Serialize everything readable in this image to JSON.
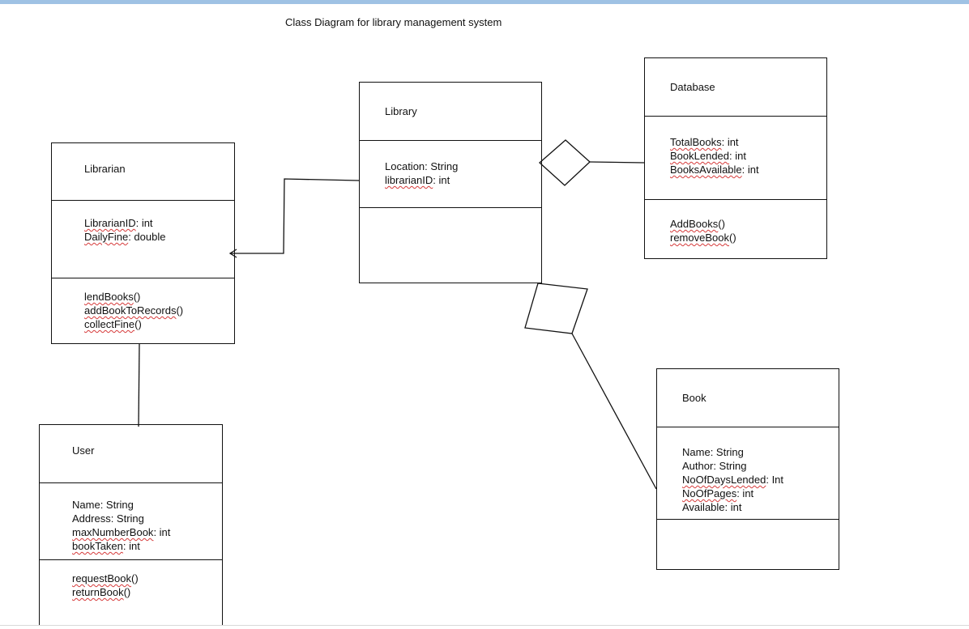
{
  "title": "Class Diagram for library management system",
  "colors": {
    "top_bar": "#9fc2e4",
    "line": "#111111",
    "spell_underline": "#d63a3a"
  },
  "classes": {
    "library": {
      "name": "Library",
      "attributes": [
        {
          "name": "Location",
          "type": ": String"
        },
        {
          "name": "librarianID",
          "type": ": int"
        }
      ],
      "methods": []
    },
    "database": {
      "name": "Database",
      "attributes": [
        {
          "name": "TotalBooks",
          "type": ": int"
        },
        {
          "name": "BookLended",
          "type": ": int"
        },
        {
          "name": "BooksAvailable",
          "type": ": int"
        }
      ],
      "methods": [
        {
          "name": "AddBooks",
          "suffix": "()"
        },
        {
          "name": "removeBook",
          "suffix": "()"
        }
      ]
    },
    "librarian": {
      "name": "Librarian",
      "attributes": [
        {
          "name": "LibrarianID",
          "type": ": int"
        },
        {
          "name": "DailyFine",
          "type": ": double"
        }
      ],
      "methods": [
        {
          "name": "lendBooks",
          "suffix": "()"
        },
        {
          "name": "addBookToRecords",
          "suffix": "()"
        },
        {
          "name": "collectFine",
          "suffix": "()"
        }
      ]
    },
    "user": {
      "name": "User",
      "attributes": [
        {
          "name": "Name",
          "type": ": String"
        },
        {
          "name": "Address",
          "type": ": String"
        },
        {
          "name": "maxNumberBook",
          "type": ": int"
        },
        {
          "name": "bookTaken",
          "type": ": int"
        }
      ],
      "methods": [
        {
          "name": "requestBook",
          "suffix": "()"
        },
        {
          "name": "returnBook",
          "suffix": "()"
        }
      ]
    },
    "book": {
      "name": "Book",
      "attributes": [
        {
          "name": "Name",
          "type": ": String"
        },
        {
          "name": "Author",
          "type": ": String"
        },
        {
          "name": "NoOfDaysLended",
          "type": ": Int"
        },
        {
          "name": "NoOfPages",
          "type": ": int"
        },
        {
          "name": "Available",
          "type": ": int"
        }
      ],
      "methods": []
    }
  },
  "relationships": [
    {
      "from": "Library",
      "to": "Librarian",
      "kind": "association-arrow"
    },
    {
      "from": "Library",
      "to": "Database",
      "kind": "aggregation"
    },
    {
      "from": "Library",
      "to": "Book",
      "kind": "aggregation"
    },
    {
      "from": "Librarian",
      "to": "User",
      "kind": "association"
    }
  ]
}
